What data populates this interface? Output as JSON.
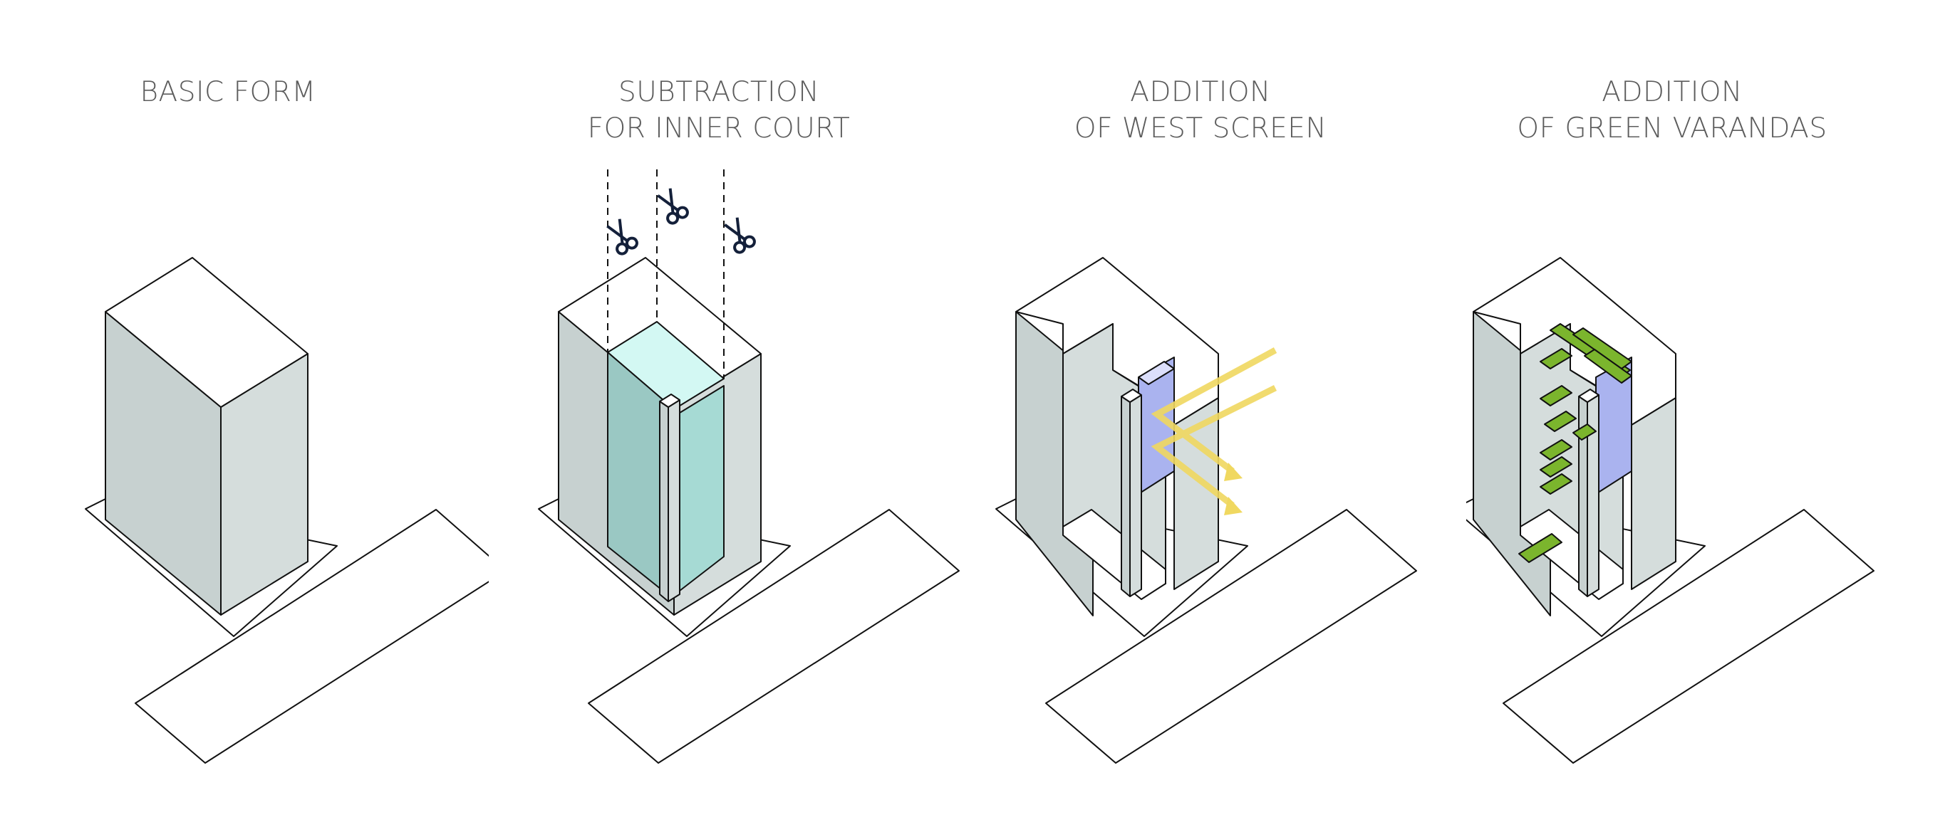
{
  "panels": [
    {
      "title": [
        "BASIC FORM"
      ]
    },
    {
      "title": [
        "SUBTRACTION",
        "FOR INNER COURT"
      ]
    },
    {
      "title": [
        "ADDITION",
        "OF WEST SCREEN"
      ]
    },
    {
      "title": [
        "ADDITION",
        "OF GREEN VARANDAS"
      ]
    }
  ],
  "colors": {
    "face_left": "#c7d1d0",
    "face_right": "#d5dddc",
    "face_top": "#ffffff",
    "court_light": "#d3f8f3",
    "court_mid": "#9ac8c3",
    "court_dark": "#a6dad4",
    "screen": "#aab3ef",
    "screen_top": "#dcdffb",
    "arrow": "#f0d860",
    "green": "#7bb52d",
    "line": "#111111"
  },
  "icons": [
    "scissors-icon",
    "sun-arrow-icon"
  ]
}
